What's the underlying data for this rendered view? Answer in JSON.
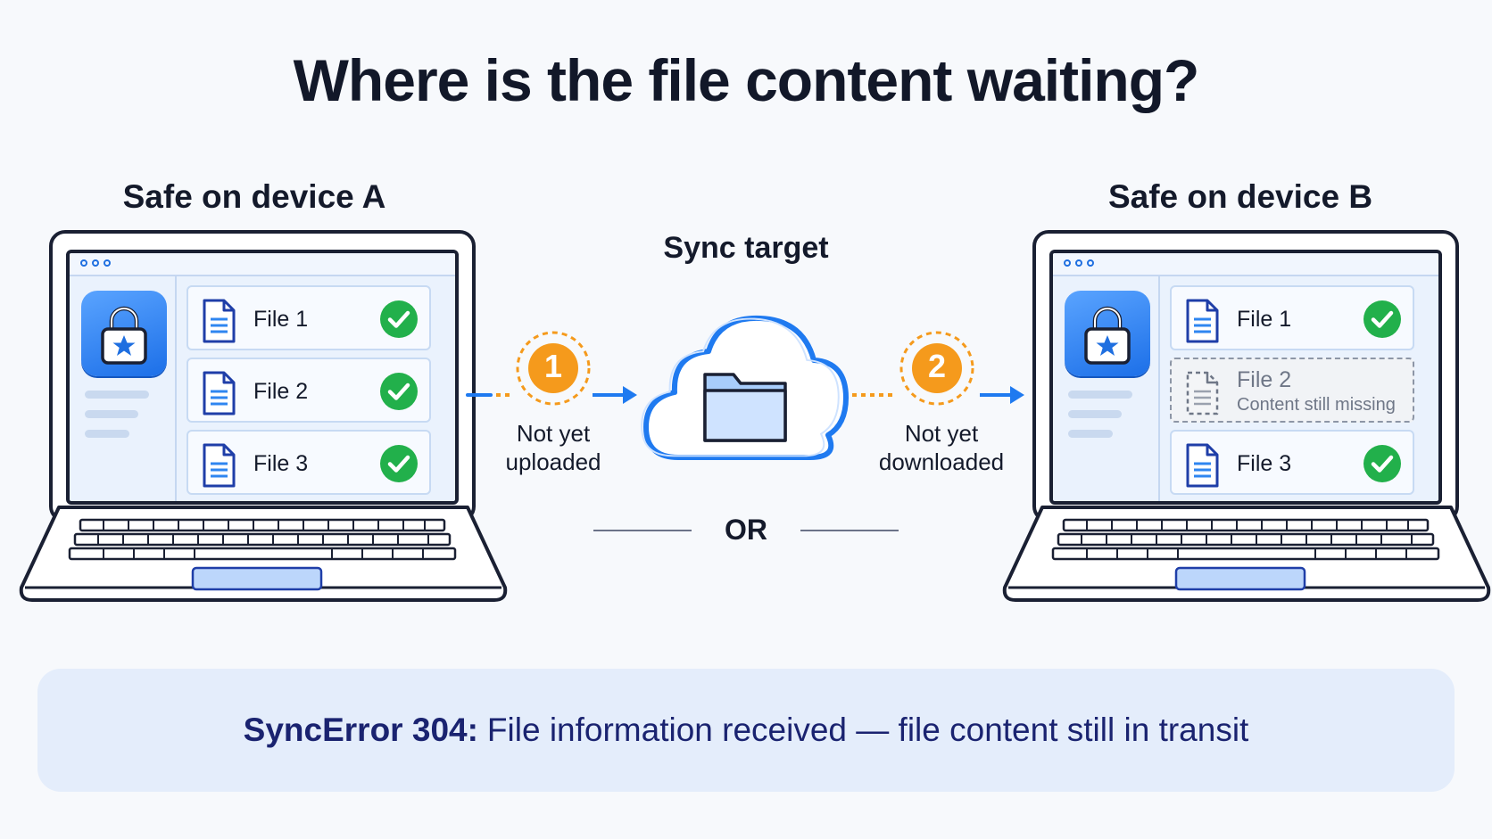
{
  "title": "Where is the file content waiting?",
  "device_a": {
    "label": "Safe on device A",
    "files": [
      {
        "name": "File 1",
        "status": "synced"
      },
      {
        "name": "File 2",
        "status": "synced"
      },
      {
        "name": "File 3",
        "status": "synced"
      }
    ]
  },
  "device_b": {
    "label": "Safe on device B",
    "files": [
      {
        "name": "File 1",
        "status": "synced"
      },
      {
        "name": "File 2",
        "status": "missing",
        "note": "Content still missing"
      },
      {
        "name": "File 3",
        "status": "synced"
      }
    ]
  },
  "sync_target": {
    "label": "Sync target",
    "icon": "cloud-folder-icon"
  },
  "steps": [
    {
      "number": "1",
      "caption_line1": "Not yet",
      "caption_line2": "uploaded"
    },
    {
      "number": "2",
      "caption_line1": "Not yet",
      "caption_line2": "downloaded"
    }
  ],
  "or_label": "OR",
  "error": {
    "code": "SyncError 304:",
    "message": "File information received — file content still in transit"
  },
  "colors": {
    "accent_blue": "#1f7af0",
    "step_orange": "#f59a1c",
    "check_green": "#22b04b",
    "banner_bg": "#e4edfb",
    "error_text": "#1a2370"
  }
}
